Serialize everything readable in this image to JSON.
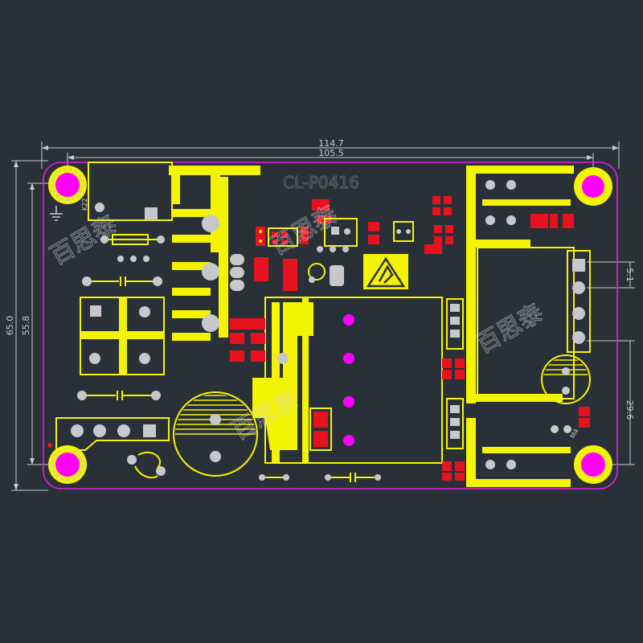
{
  "dimensions": {
    "overall_width": "114.7",
    "inner_width": "105.5",
    "overall_height": "65.0",
    "inner_height": "55.8",
    "right_top_spacing": "5.1",
    "right_bottom_spacing": "29.6"
  },
  "board_label": "CL-P0416",
  "watermark": "百思泰",
  "small_labels": {
    "left_top_hole": "K22",
    "right_bottom_hole": "M4"
  },
  "colors": {
    "background": "#2a3038",
    "copper_silk": "#f4f400",
    "outline": "#e020e0",
    "pad_grey": "#c8c8cc",
    "pad_red": "#e8121e",
    "via_magenta": "#ff00ff",
    "dim_lines": "#c8ccd2"
  },
  "icons": {
    "esd_warning": "esd-warning-icon",
    "ground_symbol": "ground-icon"
  }
}
